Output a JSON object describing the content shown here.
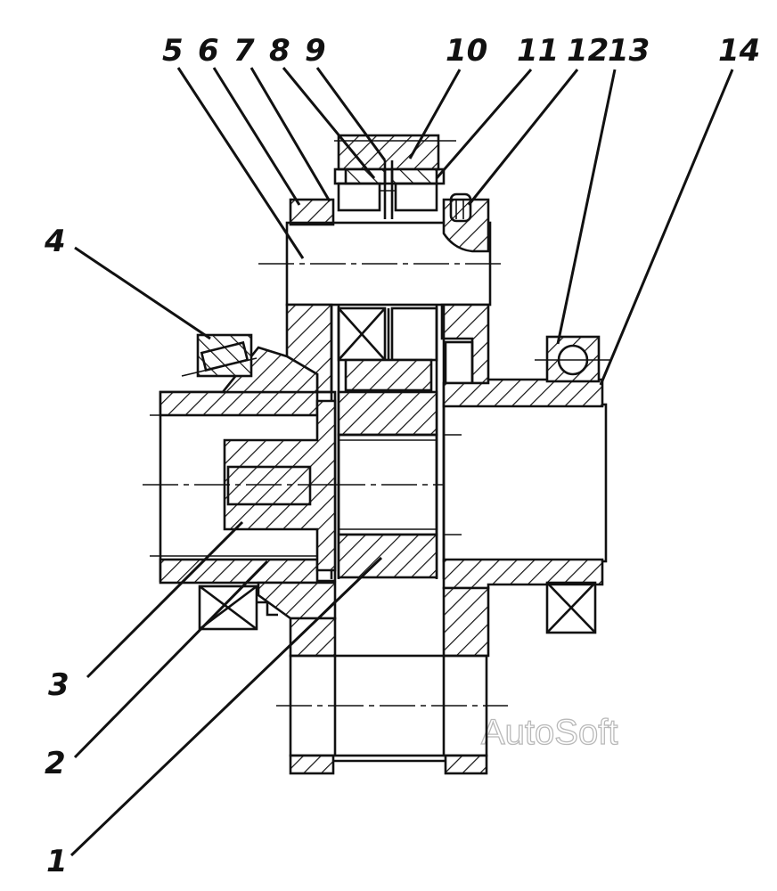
{
  "callouts": [
    "1",
    "2",
    "3",
    "4",
    "5",
    "6",
    "7",
    "8",
    "9",
    "10",
    "11",
    "12",
    "13",
    "14"
  ],
  "watermark": "AutoSoft"
}
